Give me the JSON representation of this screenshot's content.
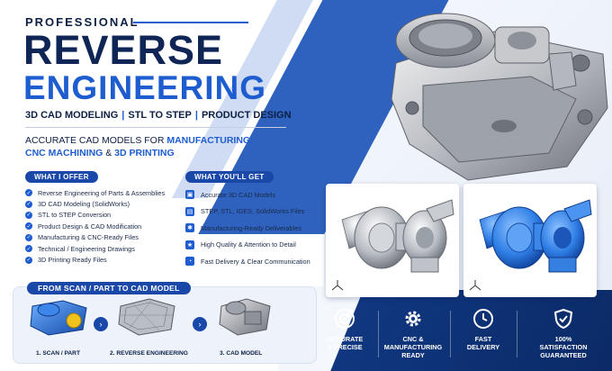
{
  "header": {
    "kicker": "PROFESSIONAL",
    "title_line1": "REVERSE",
    "title_line2": "ENGINEERING"
  },
  "services": [
    "3D CAD MODELING",
    "STL TO STEP",
    "PRODUCT DESIGN"
  ],
  "tagline": {
    "part1": "ACCURATE CAD MODELS FOR ",
    "highlight1": "MANUFACTURING,",
    "highlight2": "CNC MACHINING",
    "joiner": " & ",
    "highlight3": "3D PRINTING"
  },
  "offer": {
    "heading": "WHAT I OFFER",
    "items": [
      "Reverse Engineering of Parts & Assemblies",
      "3D CAD Modeling (SolidWorks)",
      "STL to STEP Conversion",
      "Product Design & CAD Modification",
      "Manufacturing & CNC-Ready Files",
      "Technical / Engineering Drawings",
      "3D Printing Ready Files"
    ]
  },
  "get": {
    "heading": "WHAT YOU'LL GET",
    "items": [
      "Accurate 3D CAD Models",
      "STEP, STL, IGES, SolidWorks Files",
      "Manufacturing-Ready Deliverables",
      "High Quality & Attention to Detail",
      "Fast Delivery & Clear Communication"
    ]
  },
  "process": {
    "heading": "FROM SCAN / PART TO CAD MODEL",
    "steps": [
      "1. SCAN / PART",
      "2. REVERSE ENGINEERING",
      "3. CAD MODEL"
    ]
  },
  "features": [
    {
      "icon": "target-icon",
      "label_line1": "ACCURATE",
      "label_line2": "& PRECISE",
      "label_line3": ""
    },
    {
      "icon": "gear-icon",
      "label_line1": "CNC &",
      "label_line2": "MANUFACTURING",
      "label_line3": "READY"
    },
    {
      "icon": "clock-icon",
      "label_line1": "FAST",
      "label_line2": "DELIVERY",
      "label_line3": ""
    },
    {
      "icon": "shield-check-icon",
      "label_line1": "100%",
      "label_line2": "SATISFACTION",
      "label_line3": "GUARANTEED"
    }
  ],
  "colors": {
    "navy": "#0e2556",
    "brand_blue": "#1e5dd0",
    "pill_blue": "#1a48a8",
    "band_blue": "#113a86"
  }
}
